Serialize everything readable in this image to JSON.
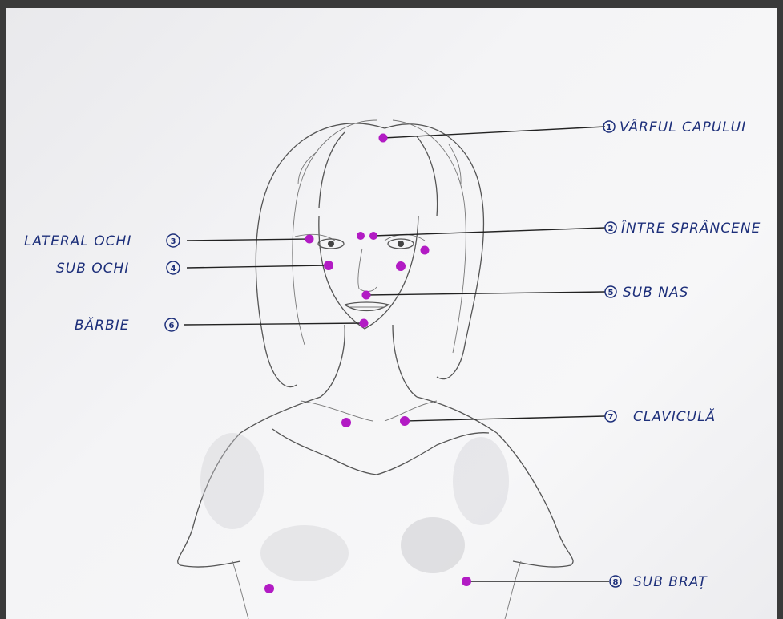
{
  "points": [
    {
      "id": "1",
      "label": "VÂRFUL CAPULUI",
      "num": "1"
    },
    {
      "id": "2",
      "label": "ÎNTRE SPRÂNCENE",
      "num": "2"
    },
    {
      "id": "3",
      "label": "LATERAL OCHI",
      "num": "3"
    },
    {
      "id": "4",
      "label": "SUB OCHI",
      "num": "4"
    },
    {
      "id": "5",
      "label": "SUB NAS",
      "num": "5"
    },
    {
      "id": "6",
      "label": "BĂRBIE",
      "num": "6"
    },
    {
      "id": "7",
      "label": "CLAVICULĂ",
      "num": "7"
    },
    {
      "id": "8",
      "label": "SUB BRAȚ",
      "num": "8"
    }
  ],
  "colors": {
    "dot": "#b21bc4",
    "ink": "#1d2f7a",
    "pencil": "#555555",
    "paper": "#f4f4f6"
  }
}
